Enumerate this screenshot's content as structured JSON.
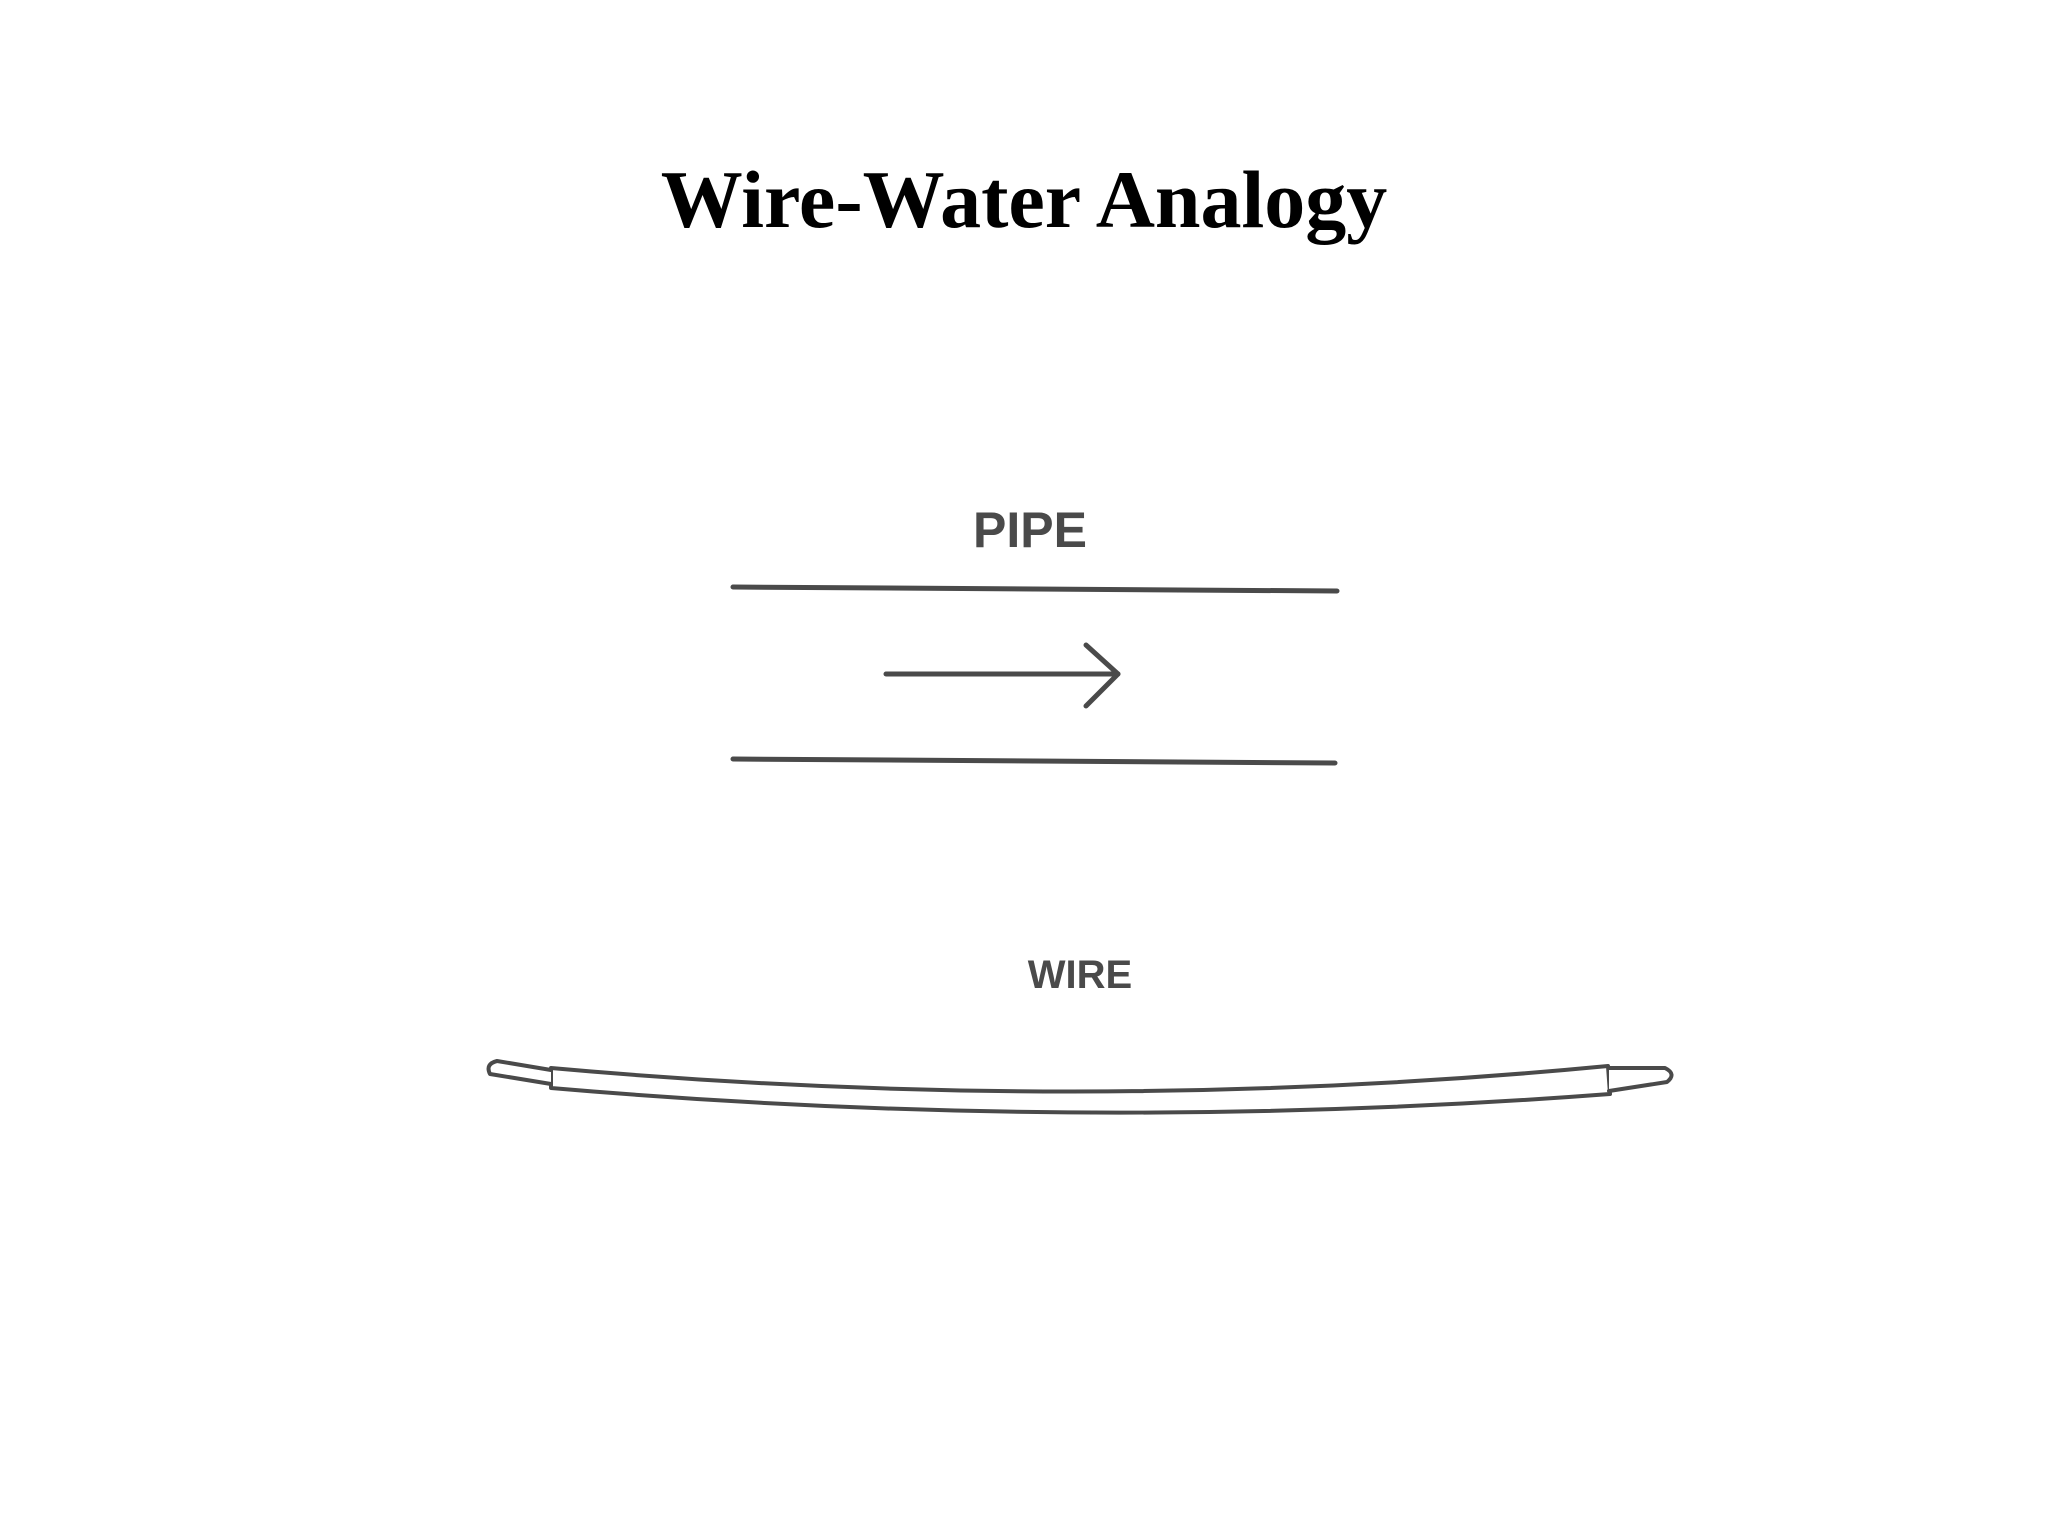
{
  "slide": {
    "title": "Wire-Water Analogy"
  },
  "diagram": {
    "pipe_label": "PIPE",
    "wire_label": "WIRE",
    "stroke_color": "#4a4a4a",
    "flow_direction": "right",
    "flow_icon": "arrow-right-icon"
  }
}
